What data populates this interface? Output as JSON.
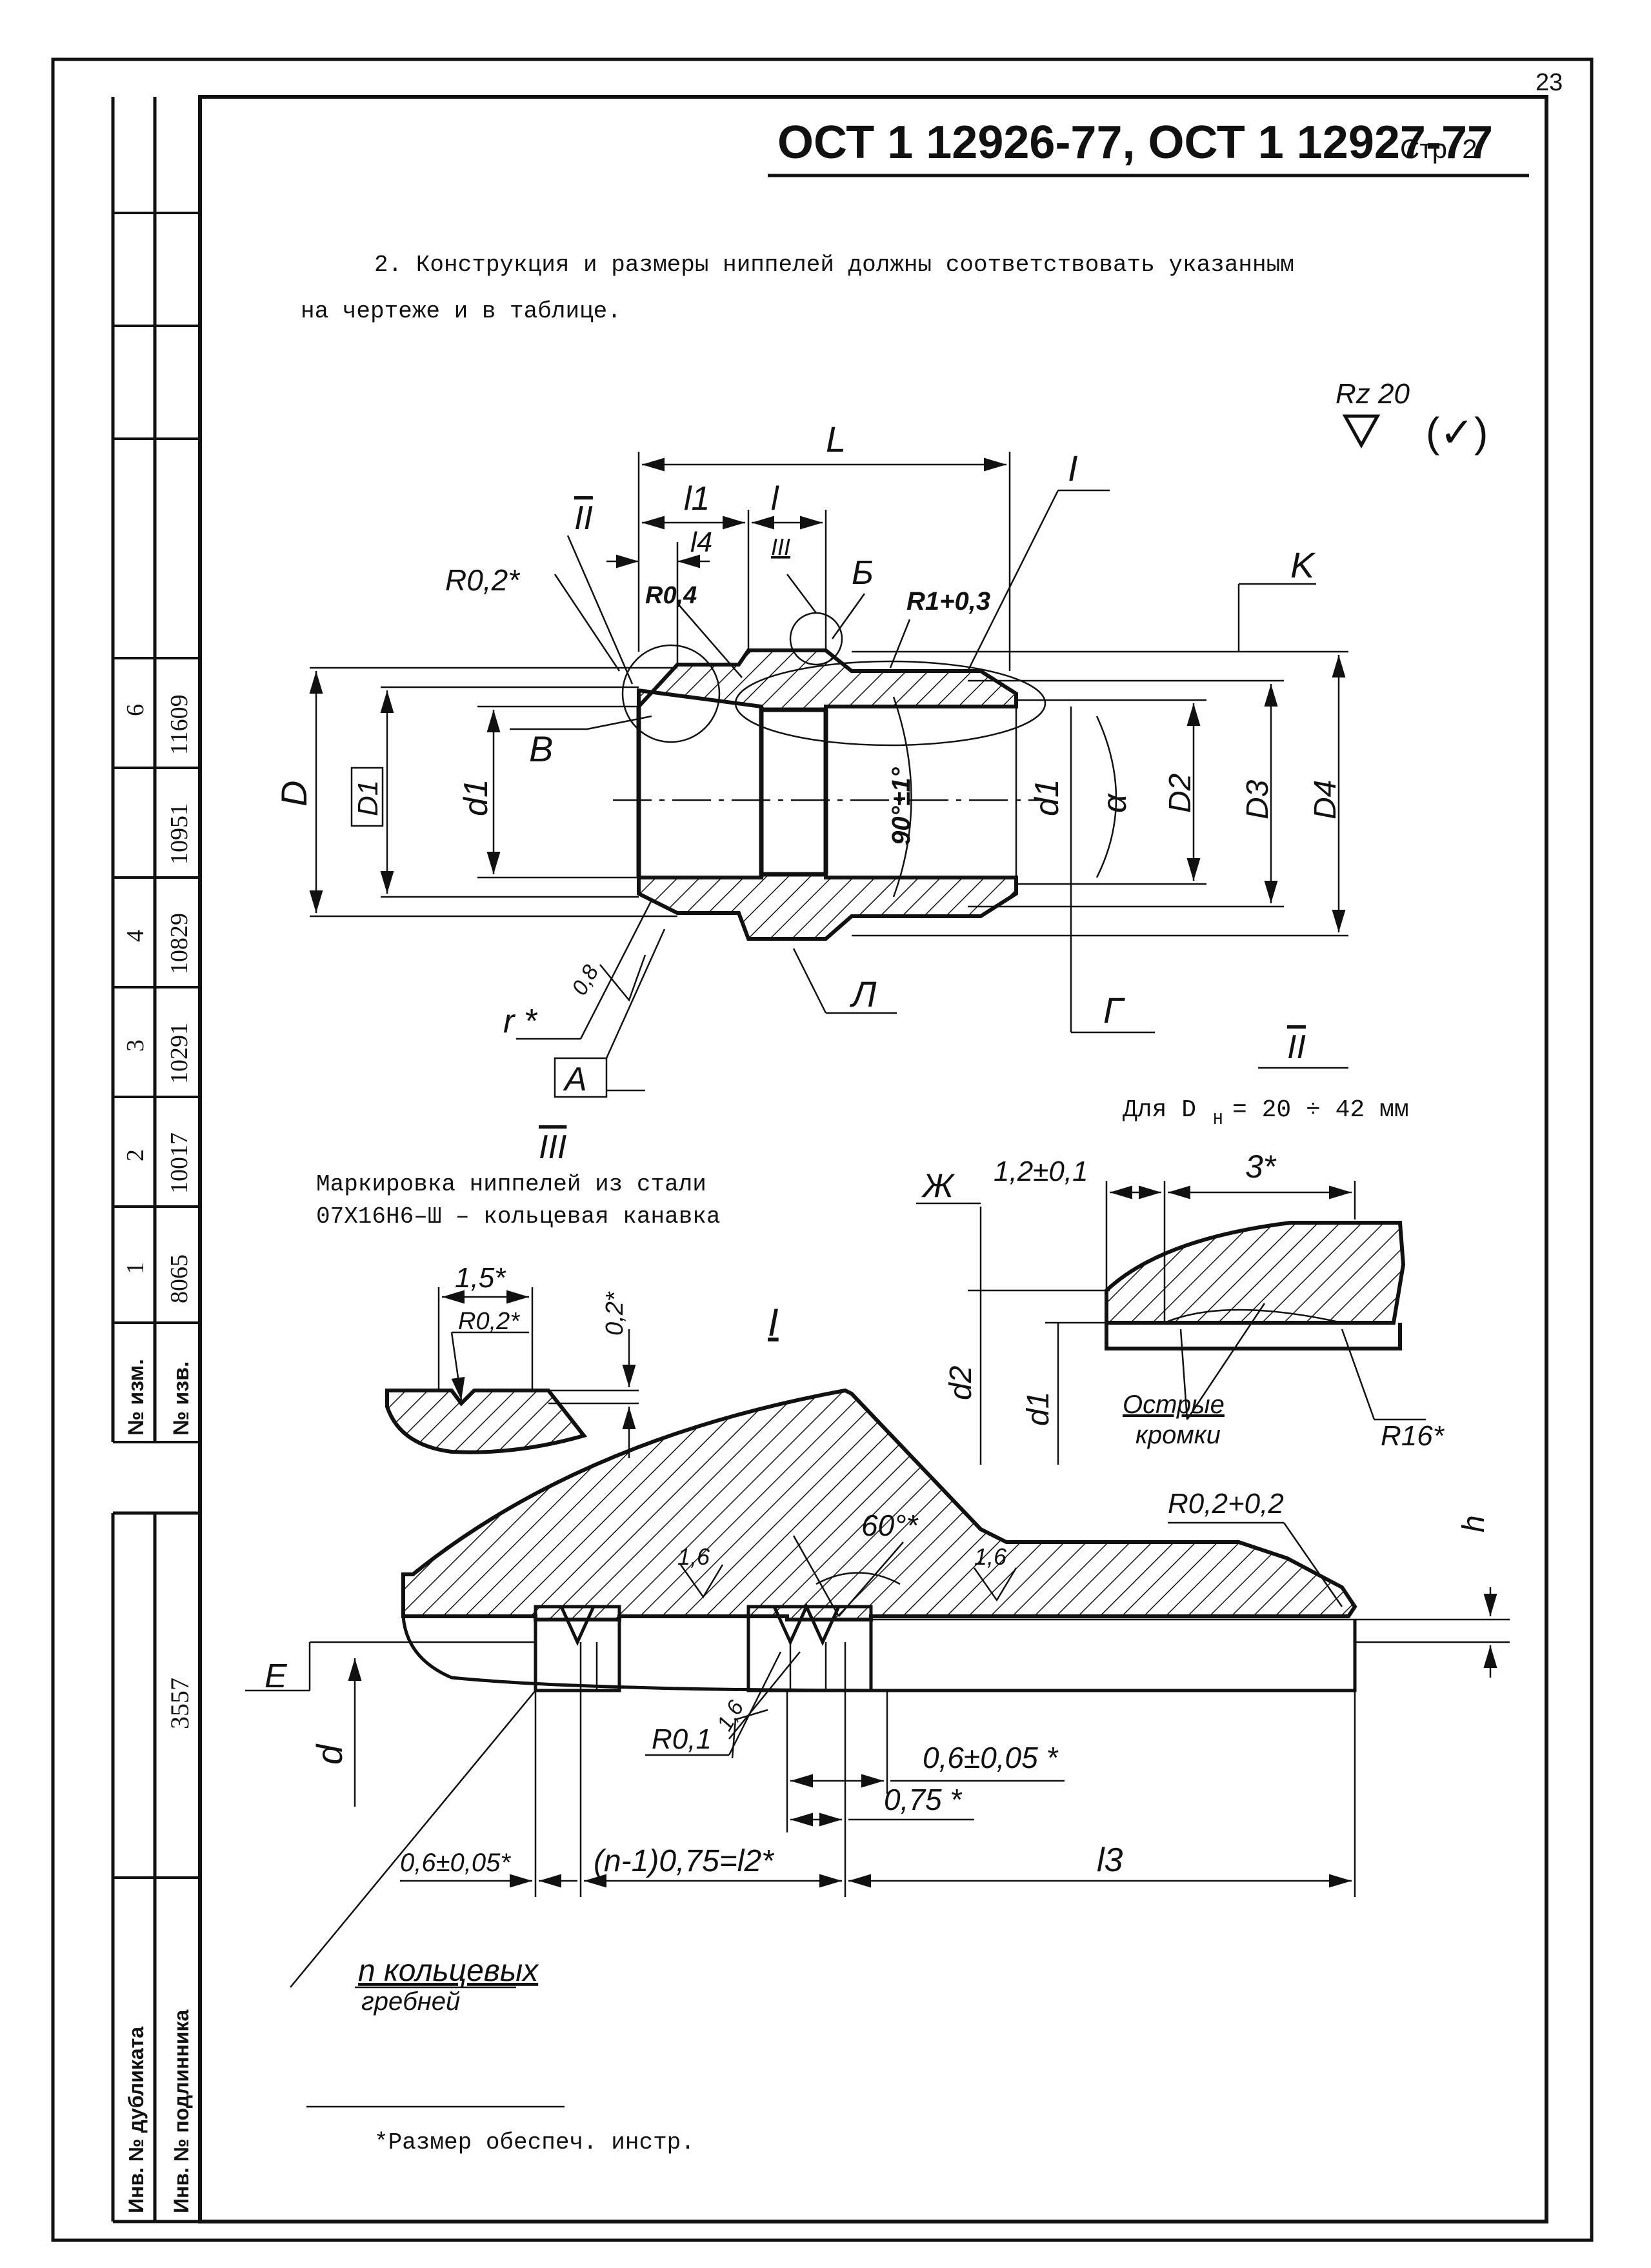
{
  "page": {
    "number": "23",
    "header_title": "ОСТ 1 12926-77, ОСТ 1 12927-77",
    "header_page": "Стр. 2"
  },
  "text": {
    "intro_line1": "2. Конструкция и размеры ниппелей должны соответствовать указанным",
    "intro_line2": "на чертеже и в таблице.",
    "roughness": "Rz 20",
    "roughness_paren": "(✓)",
    "d_range": "Для D",
    "d_range_sub": "Н",
    "d_range_value": "= 20 ÷ 42 мм",
    "marking_title": "III",
    "marking_line1": "Маркировка ниппелей из стали",
    "marking_line2": "07Х16Н6–Ш – кольцевая канавка",
    "footnote": "*Размер обеспеч. инстр."
  },
  "main_drawing": {
    "labels": {
      "L": "L",
      "I": "I",
      "l1": "l1",
      "l": "l",
      "II": "II",
      "l4": "l4",
      "III": "III",
      "B6": "Б",
      "R02": "R0,2*",
      "R04": "R0,4",
      "R1": "R1+0,3",
      "K": "K",
      "D": "D",
      "D1": "D1",
      "d1_left": "d1",
      "B": "В",
      "angle": "90°±1°",
      "d1_right": "d1",
      "alpha": "α",
      "D2": "D2",
      "D3": "D3",
      "D4": "D4",
      "r": "r *",
      "rough08": "0,8",
      "A": "А",
      "L_letter": "Л",
      "G": "Г",
      "II_view": "II"
    }
  },
  "view_II": {
    "labels": {
      "Zh": "Ж",
      "dim1": "1,2±0,1",
      "dim2": "3*",
      "d2": "d2",
      "d1": "d1",
      "sharp_edges_1": "Острые",
      "sharp_edges_2": "кромки",
      "R16": "R16*"
    }
  },
  "view_III": {
    "labels": {
      "dim15": "1,5*",
      "R02": "R0,2*",
      "dim02": "0,2*"
    }
  },
  "view_I": {
    "labels": {
      "title": "I",
      "angle60": "60°*",
      "rough16a": "1,6",
      "rough16b": "1,6",
      "rough16c": "1,6",
      "R02": "R0,2+0,2",
      "h": "h",
      "E": "Е",
      "d": "d",
      "R01": "R0,1",
      "dim06": "0,6±0,05 *",
      "dim075": "0,75 *",
      "dim06b": "0,6±0,05*",
      "n1": "(n-1)0,75=l2*",
      "l3": "l3",
      "ridges1": "n кольцевых",
      "ridges2": "гребней"
    }
  },
  "side_stamp": {
    "top_cells": [
      "6",
      "11609",
      "10951",
      "4",
      "10829",
      "3",
      "10291",
      "2",
      "10017",
      "1",
      "8065"
    ],
    "row_label_1": "№ изм.",
    "row_label_2": "№ изв.",
    "number": "3557",
    "bottom_label_1": "Инв. № дубликата",
    "bottom_label_2": "Инв. № подлинника"
  }
}
